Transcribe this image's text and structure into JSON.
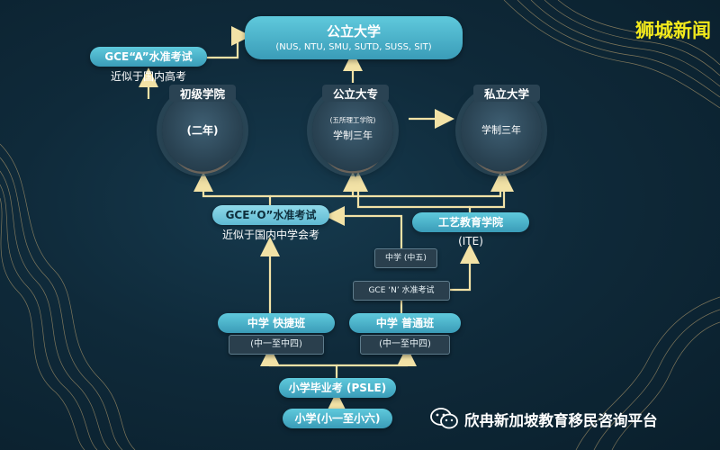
{
  "watermark": "狮城新闻",
  "footer": {
    "wechat_icon": "wechat-icon",
    "text": "欣冉新加坡教育移民咨询平台"
  },
  "public_uni": {
    "title": "公立大学",
    "subtitle": "(NUS, NTU, SMU, SUTD, SUSS, SIT)"
  },
  "gce_a": {
    "title": "GCE“A”水准考试",
    "caption": "近似于国内高考"
  },
  "junior_college": {
    "ring": "初级学院",
    "inner": "(二年)"
  },
  "polytechnic": {
    "ring": "公立大专",
    "inner_small": "(五所理工学院)",
    "inner": "学制三年"
  },
  "private_uni": {
    "ring": "私立大学",
    "inner": "学制三年"
  },
  "gce_o": {
    "title": "GCE“O”水准考试",
    "caption": "近似于国内中学会考"
  },
  "ite": {
    "title": "工艺教育学院",
    "caption": "(ITE)"
  },
  "sec5": {
    "title": "中学  (中五)"
  },
  "gce_n": {
    "title": "GCE ‘N’  水准考试"
  },
  "express": {
    "title": "中学  快捷班",
    "years": "(中一至中四)"
  },
  "normal": {
    "title": "中学  普通班",
    "years": "(中一至中四)"
  },
  "psle": {
    "title": "小学毕业考 (PSLE)"
  },
  "primary": {
    "title": "小学(小一至小六)"
  },
  "colors": {
    "accent": "#5fc9dc",
    "arrow": "#f2e2a6",
    "ring": "#f0a56a",
    "watermark": "#f3ea1c"
  }
}
